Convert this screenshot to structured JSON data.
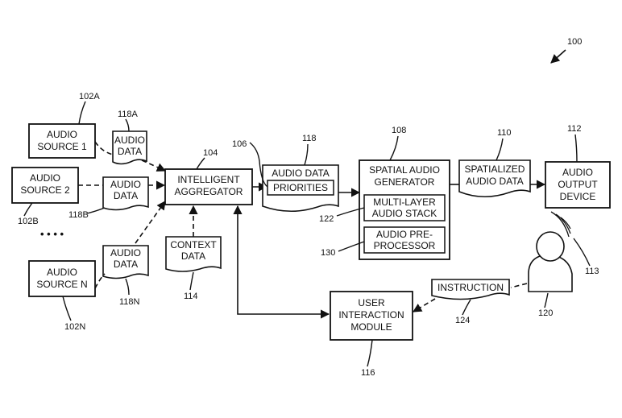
{
  "refs": {
    "r100": "100",
    "r102A": "102A",
    "r102B": "102B",
    "r102N": "102N",
    "r104": "104",
    "r106": "106",
    "r108": "108",
    "r110": "110",
    "r112": "112",
    "r113": "113",
    "r114": "114",
    "r116": "116",
    "r118": "118",
    "r118A": "118A",
    "r118B": "118B",
    "r118N": "118N",
    "r120": "120",
    "r122": "122",
    "r124": "124",
    "r130": "130"
  },
  "audio_source_1": [
    "AUDIO",
    "SOURCE 1"
  ],
  "audio_source_2": [
    "AUDIO",
    "SOURCE 2"
  ],
  "audio_source_n": [
    "AUDIO",
    "SOURCE N"
  ],
  "ellipsis": "• • • •",
  "audio_data_a": [
    "AUDIO",
    "DATA"
  ],
  "audio_data_b": [
    "AUDIO",
    "DATA"
  ],
  "audio_data_n": [
    "AUDIO",
    "DATA"
  ],
  "aggregator": [
    "INTELLIGENT",
    "AGGREGATOR"
  ],
  "context_data": [
    "CONTEXT",
    "DATA"
  ],
  "audio_data_priorities": {
    "title": "AUDIO DATA",
    "inner": "PRIORITIES"
  },
  "spatial_generator": {
    "title": [
      "SPATIAL AUDIO",
      "GENERATOR"
    ],
    "stack": [
      "MULTI-LAYER",
      "AUDIO STACK"
    ],
    "preprocessor": [
      "AUDIO PRE-",
      "PROCESSOR"
    ]
  },
  "spatialized_audio_data": [
    "SPATIALIZED",
    "AUDIO DATA"
  ],
  "output_device": [
    "AUDIO",
    "OUTPUT",
    "DEVICE"
  ],
  "user_interaction": [
    "USER",
    "INTERACTION",
    "MODULE"
  ],
  "instruction": "INSTRUCTION"
}
